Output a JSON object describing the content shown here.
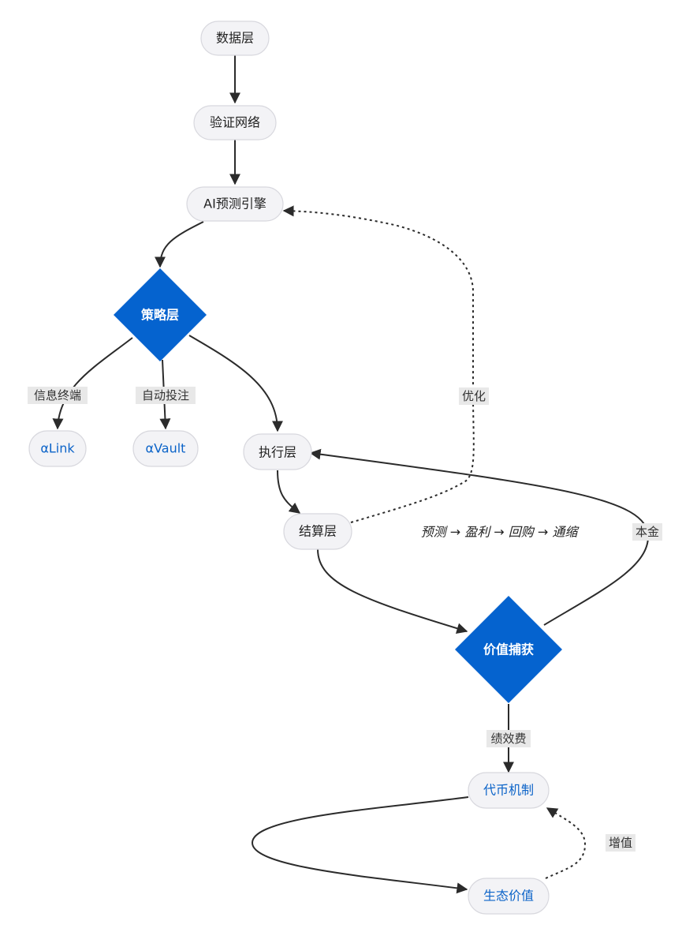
{
  "diagram": {
    "type": "flowchart",
    "colors": {
      "node_fill": "#f3f3f6",
      "node_stroke": "#d8d8de",
      "decision_fill": "#0563cf",
      "link_text": "#0b63c8",
      "edge": "#2b2b2b",
      "label_bg": "#e8e8e8"
    },
    "nodes": {
      "data_layer": "数据层",
      "verify_network": "验证网络",
      "ai_engine": "AI预测引擎",
      "strategy_layer": "策略层",
      "alink": "αLink",
      "avault": "αVault",
      "execution_layer": "执行层",
      "settlement_layer": "结算层",
      "value_capture": "价值捕获",
      "token_mechanism": "代币机制",
      "ecosystem_value": "生态价值"
    },
    "edge_labels": {
      "info_terminal": "信息终端",
      "auto_bet": "自动投注",
      "optimize": "优化",
      "principal": "本金",
      "performance_fee": "绩效费",
      "appreciation": "增值"
    },
    "note": "预测 → 盈利 → 回购 → 通缩",
    "edges": [
      {
        "from": "数据层",
        "to": "验证网络",
        "style": "solid"
      },
      {
        "from": "验证网络",
        "to": "AI预测引擎",
        "style": "solid"
      },
      {
        "from": "AI预测引擎",
        "to": "策略层",
        "style": "solid"
      },
      {
        "from": "策略层",
        "to": "αLink",
        "label": "信息终端",
        "style": "solid"
      },
      {
        "from": "策略层",
        "to": "αVault",
        "label": "自动投注",
        "style": "solid"
      },
      {
        "from": "策略层",
        "to": "执行层",
        "style": "solid"
      },
      {
        "from": "执行层",
        "to": "结算层",
        "style": "solid"
      },
      {
        "from": "结算层",
        "to": "AI预测引擎",
        "label": "优化",
        "style": "dotted"
      },
      {
        "from": "结算层",
        "to": "价值捕获",
        "style": "solid"
      },
      {
        "from": "价值捕获",
        "to": "执行层",
        "label": "本金",
        "style": "solid"
      },
      {
        "from": "价值捕获",
        "to": "代币机制",
        "label": "绩效费",
        "style": "solid"
      },
      {
        "from": "代币机制",
        "to": "生态价值",
        "style": "solid"
      },
      {
        "from": "生态价值",
        "to": "代币机制",
        "label": "增值",
        "style": "dotted"
      }
    ]
  }
}
